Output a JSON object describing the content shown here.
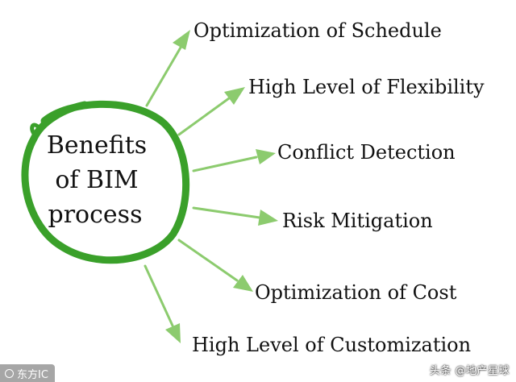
{
  "center": {
    "lines": [
      "Benefits",
      "of BIM",
      "process"
    ]
  },
  "benefits": [
    "Optimization of Schedule",
    "High Level of Flexibility",
    "Conflict Detection",
    "Risk Mitigation",
    "Optimization of Cost",
    "High Level of Customization"
  ],
  "colors": {
    "circle": "#3aa02a",
    "arrow": "#8ccb6e",
    "text": "#111111"
  },
  "watermarks": {
    "left": "东方IC",
    "right": "头条 @地产星球"
  }
}
